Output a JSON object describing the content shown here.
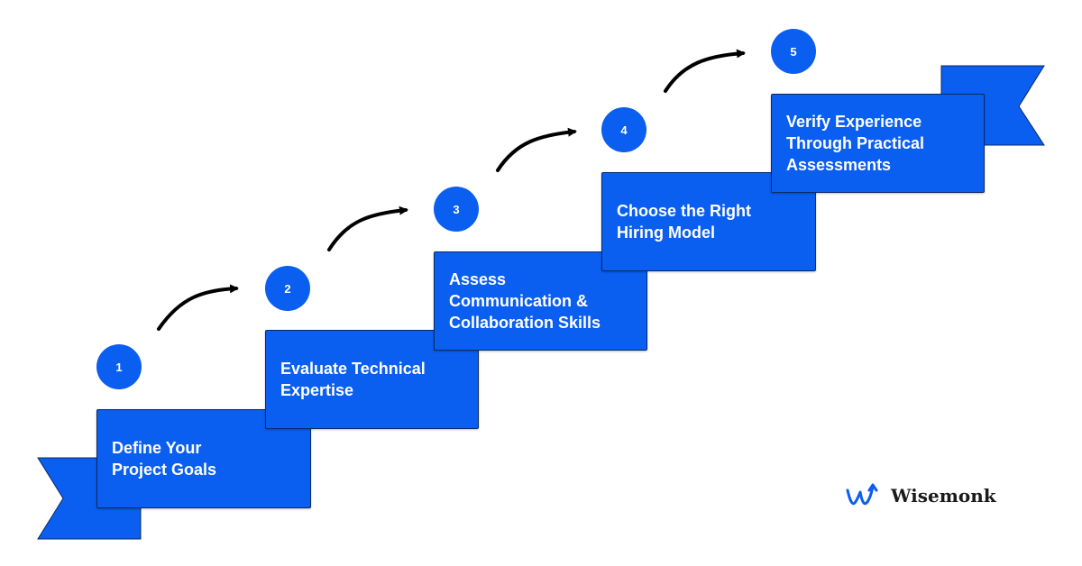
{
  "colors": {
    "accent": "#0a5ef0",
    "arrow": "#000000",
    "text_on_accent": "#ffffff"
  },
  "steps": [
    {
      "number": "1",
      "label": "Define Your\nProject Goals"
    },
    {
      "number": "2",
      "label": "Evaluate Technical\nExpertise"
    },
    {
      "number": "3",
      "label": "Assess\nCommunication &\nCollaboration Skills"
    },
    {
      "number": "4",
      "label": "Choose the Right\nHiring Model"
    },
    {
      "number": "5",
      "label": "Verify Experience\nThrough Practical\nAssessments"
    }
  ],
  "brand": {
    "name": "Wisemonk",
    "icon": "wisemonk-logo-icon"
  }
}
